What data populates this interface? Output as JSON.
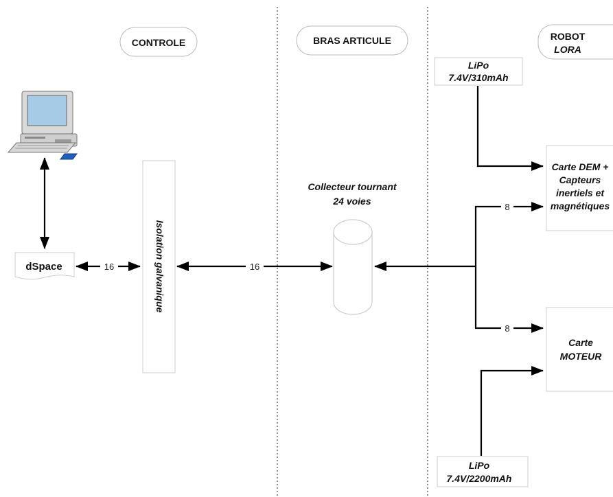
{
  "sections": {
    "controle": "CONTROLE",
    "bras_articule": "BRAS ARTICULE",
    "robot_line1": "ROBOT",
    "robot_line2": "LORA"
  },
  "blocks": {
    "dspace": "dSpace",
    "isolation": "Isolation galvanique",
    "collecteur_line1": "Collecteur tournant",
    "collecteur_line2": "24 voies",
    "battery_small_line1": "LiPo",
    "battery_small_line2": "7.4V/310mAh",
    "battery_large_line1": "LiPo",
    "battery_large_line2": "7.4V/2200mAh",
    "carte_dem_line1": "Carte DEM +",
    "carte_dem_line2": "Capteurs",
    "carte_dem_line3": "inertiels et",
    "carte_dem_line4": "magnétiques",
    "carte_moteur_line1": "Carte",
    "carte_moteur_line2": "MOTEUR"
  },
  "links": {
    "dspace_isolation": "16",
    "isolation_collecteur": "16",
    "bus_dem": "8",
    "bus_moteur": "8"
  }
}
